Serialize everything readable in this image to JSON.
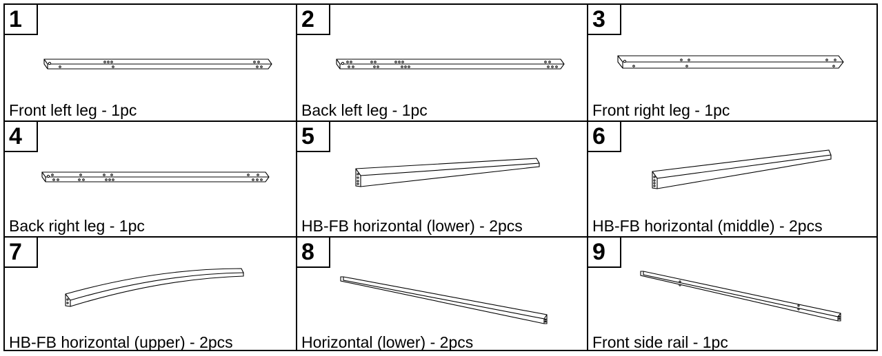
{
  "parts": [
    {
      "number": "1",
      "label": "Front left leg - 1pc",
      "icon": "leg-beam-icon"
    },
    {
      "number": "2",
      "label": "Back left leg - 1pc",
      "icon": "leg-beam-icon"
    },
    {
      "number": "3",
      "label": "Front right leg - 1pc",
      "icon": "leg-beam-icon"
    },
    {
      "number": "4",
      "label": "Back right leg - 1pc",
      "icon": "leg-beam-icon"
    },
    {
      "number": "5",
      "label": "HB-FB horizontal (lower) - 2pcs",
      "icon": "board-icon"
    },
    {
      "number": "6",
      "label": "HB-FB horizontal (middle) - 2pcs",
      "icon": "board-icon"
    },
    {
      "number": "7",
      "label": "HB-FB horizontal (upper) - 2pcs",
      "icon": "curved-board-icon"
    },
    {
      "number": "8",
      "label": "Horizontal (lower) - 2pcs",
      "icon": "rail-icon"
    },
    {
      "number": "9",
      "label": "Front side rail - 1pc",
      "icon": "rail-icon"
    }
  ]
}
